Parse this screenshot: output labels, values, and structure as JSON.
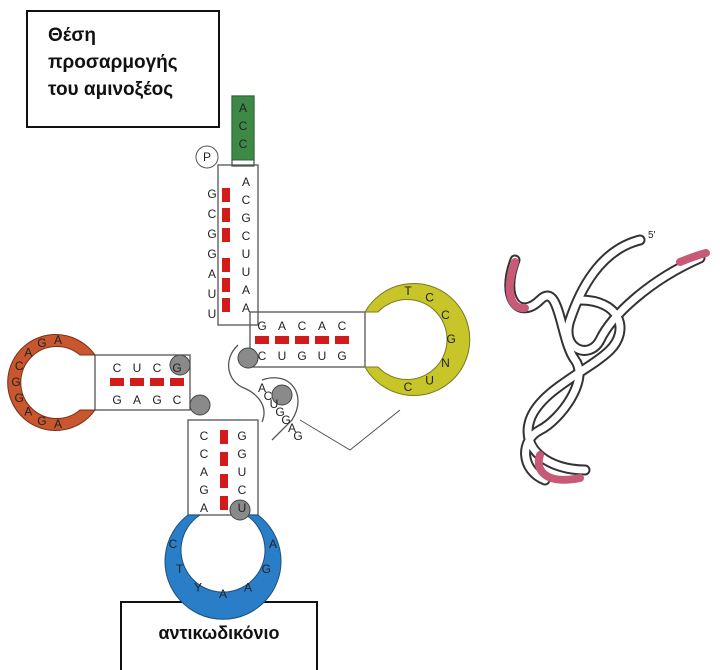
{
  "labels": {
    "amino_acid_site_lines": [
      "Θέση",
      "προσαρμογής",
      "του αμινοξέος"
    ],
    "anticodon": "αντικωδικόνιο"
  },
  "structure": {
    "phosphate_label": "P",
    "acceptor_5prime": [
      "G",
      "C",
      "G",
      "G",
      "A",
      "U",
      "U"
    ],
    "acceptor_3prime": [
      "A",
      "C",
      "G",
      "C",
      "U",
      "U",
      "A",
      "A"
    ],
    "acceptor_tip": [
      "A",
      "C",
      "C"
    ],
    "d_stem_top": [
      "C",
      "U",
      "C",
      "G"
    ],
    "d_stem_bottom": [
      "G",
      "A",
      "G",
      "C"
    ],
    "d_loop": [
      "A",
      "G",
      "A",
      "C",
      "G",
      "G",
      "A",
      "G",
      "A"
    ],
    "t_stem_top": [
      "G",
      "A",
      "C",
      "A",
      "C"
    ],
    "t_stem_bottom": [
      "C",
      "U",
      "G",
      "U",
      "G"
    ],
    "t_loop": [
      "C",
      "U",
      "N",
      "G",
      "C",
      "C",
      "T"
    ],
    "variable_loop": [
      "A",
      "C",
      "U",
      "G",
      "G",
      "A",
      "G"
    ],
    "anticodon_stem_left": [
      "C",
      "C",
      "A",
      "G",
      "A"
    ],
    "anticodon_stem_right": [
      "G",
      "G",
      "U",
      "C",
      "U"
    ],
    "anticodon_loop": [
      "C",
      "T",
      "Y",
      "A",
      "A",
      "G",
      "A"
    ],
    "tertiary_label": "5'"
  },
  "colors": {
    "acceptor_stem": "#3c8a45",
    "d_loop": "#c8562e",
    "t_loop": "#c8c528",
    "anticodon_loop": "#2a7ec8",
    "base_pair": "#d21c1c",
    "modified_base": "#8a8a8a",
    "tertiary_accent": "#c85a78"
  }
}
